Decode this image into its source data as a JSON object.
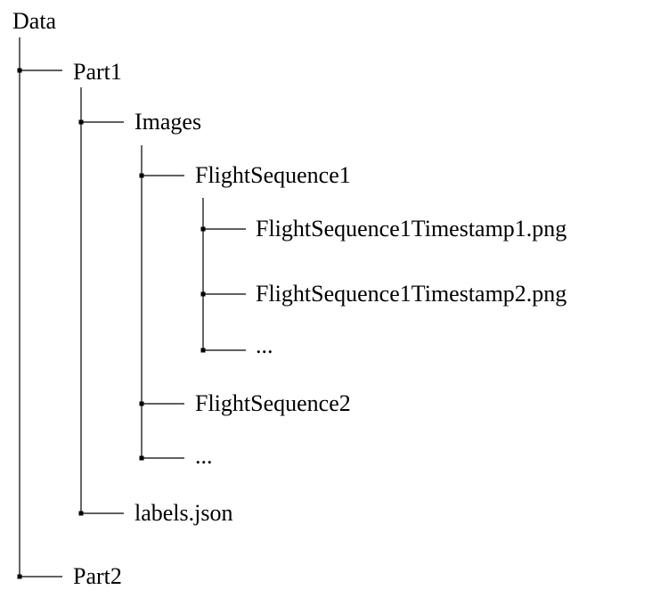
{
  "tree": {
    "label": "Data",
    "children": [
      {
        "label": "Part1",
        "children": [
          {
            "label": "Images",
            "children": [
              {
                "label": "FlightSequence1",
                "children": [
                  {
                    "label": "FlightSequence1Timestamp1.png"
                  },
                  {
                    "label": "FlightSequence1Timestamp2.png"
                  },
                  {
                    "label": "..."
                  }
                ]
              },
              {
                "label": "FlightSequence2"
              },
              {
                "label": "..."
              }
            ]
          },
          {
            "label": "labels.json"
          }
        ]
      },
      {
        "label": "Part2"
      }
    ]
  }
}
